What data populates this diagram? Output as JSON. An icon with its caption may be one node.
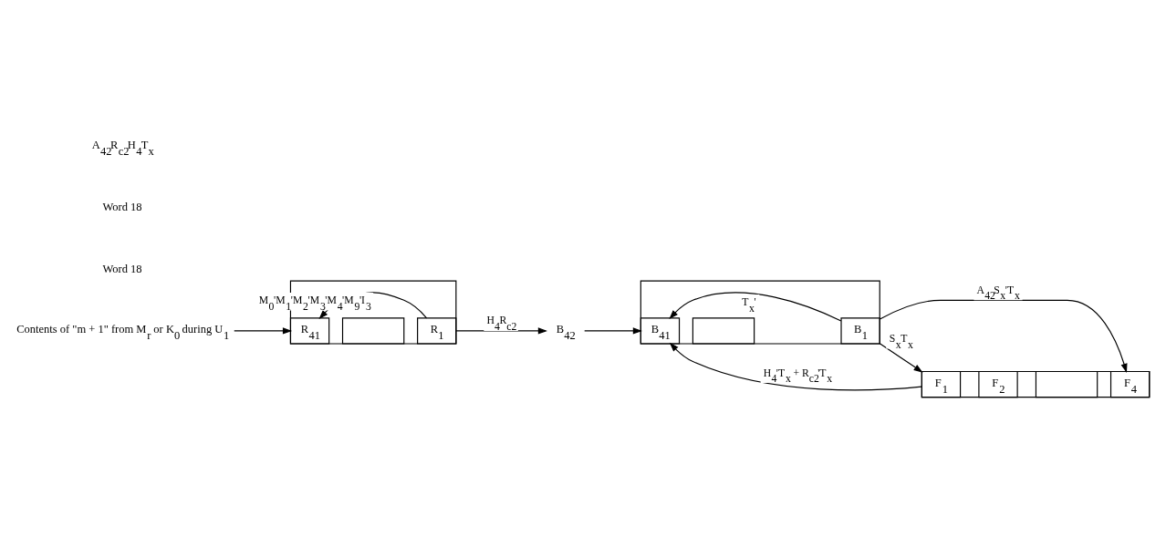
{
  "diagram": {
    "nodes": [
      {
        "text": [],
        "shape": "box"
      },
      {
        "text": [
          "R$_{41}$"
        ],
        "in": 0
      },
      {
        "text": [],
        "shape": "box",
        "in": 0
      },
      {
        "text": [
          "R$_{1}$"
        ],
        "in": 0
      },
      {
        "text": [
          "B$_{42}$"
        ]
      },
      {
        "text": [],
        "shape": "box"
      },
      {
        "text": [
          "B$_{41}$"
        ],
        "in": 5
      },
      {
        "text": [],
        "shape": "box",
        "in": 5
      },
      {
        "text": [
          "B$_{1}$"
        ],
        "in": 5
      },
      {
        "text": [],
        "shape": "box"
      },
      {
        "text": [
          "F$_{1}$"
        ],
        "in": 9
      },
      {
        "text": [
          "F$_{2}$"
        ],
        "in": 9
      },
      {
        "text": [],
        "shape": "box",
        "in": 9
      },
      {
        "text": [
          "F$_{4}$"
        ],
        "in": 9
      },
      {
        "text": [
          "Contents of \"m + 1\" from M$_{r}$ or K$_{0}$ during U$_{1}$"
        ]
      }
    ],
    "edges": [
      {
        "from": 3,
        "to": 1,
        "arrow": "to",
        "label": "M$_{0}$'M$_{1}$'M$_{2}$'M$_{3}$'M$_{4}$'M$_{9}$'I$_{3}$"
      },
      {
        "from": 14,
        "to": 1,
        "arrow": "to"
      },
      {
        "from": 3,
        "to": 4,
        "arrow": "to",
        "label": "H$_{4}$R$_{c2}$"
      },
      {
        "from": 4,
        "to": 6,
        "arrow": "to"
      },
      {
        "from": 8,
        "to": 13,
        "arrow": "to",
        "label": "A$_{42}$S$_{x}$'T$_{x}$"
      },
      {
        "from": 8,
        "to": 10,
        "arrow": "to",
        "label": "S$_{x}$T$_{x}$"
      },
      {
        "from": 8,
        "to": 6,
        "arrow": "to",
        "label": "T$_{x}$'"
      },
      {
        "from": 10,
        "to": 6,
        "arrow": "to",
        "label": "H$_{4}$'T$_{x}$ + R$_{c2}$'T$_{x}$"
      }
    ],
    "labels": [
      "Word 18",
      "Word 18",
      "A$_{42}$R$_{c2}$H$_{4}$T$_{x}$"
    ]
  }
}
